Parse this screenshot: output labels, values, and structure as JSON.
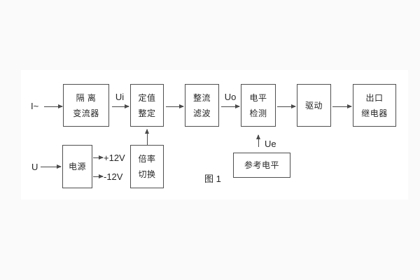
{
  "figure": {
    "caption": "图 1"
  },
  "signals": {
    "input_current": "I~",
    "input_voltage": "U",
    "ui": "Ui",
    "uo": "Uo",
    "ue": "Ue",
    "supply_pos": "+12V",
    "supply_neg": "-12V"
  },
  "blocks": {
    "isolation_transformer": {
      "line1": "隔 离",
      "line2": "变流器"
    },
    "setting_adjust": {
      "line1": "定值",
      "line2": "整定"
    },
    "rectify_filter": {
      "line1": "整流",
      "line2": "滤波"
    },
    "level_detect": {
      "line1": "电平",
      "line2": "检测"
    },
    "driver": {
      "line1": "驱动"
    },
    "output_relay": {
      "line1": "出口",
      "line2": "继电器"
    },
    "power_supply": {
      "line1": "电源"
    },
    "ratio_switch": {
      "line1": "倍率",
      "line2": "切换"
    },
    "reference_level": {
      "line1": "参考电平"
    }
  },
  "colors": {
    "background": "#fafafa",
    "panel": "#ffffff",
    "box_border": "#4f4f4f",
    "line": "#4a4a4a",
    "text": "#262626"
  }
}
